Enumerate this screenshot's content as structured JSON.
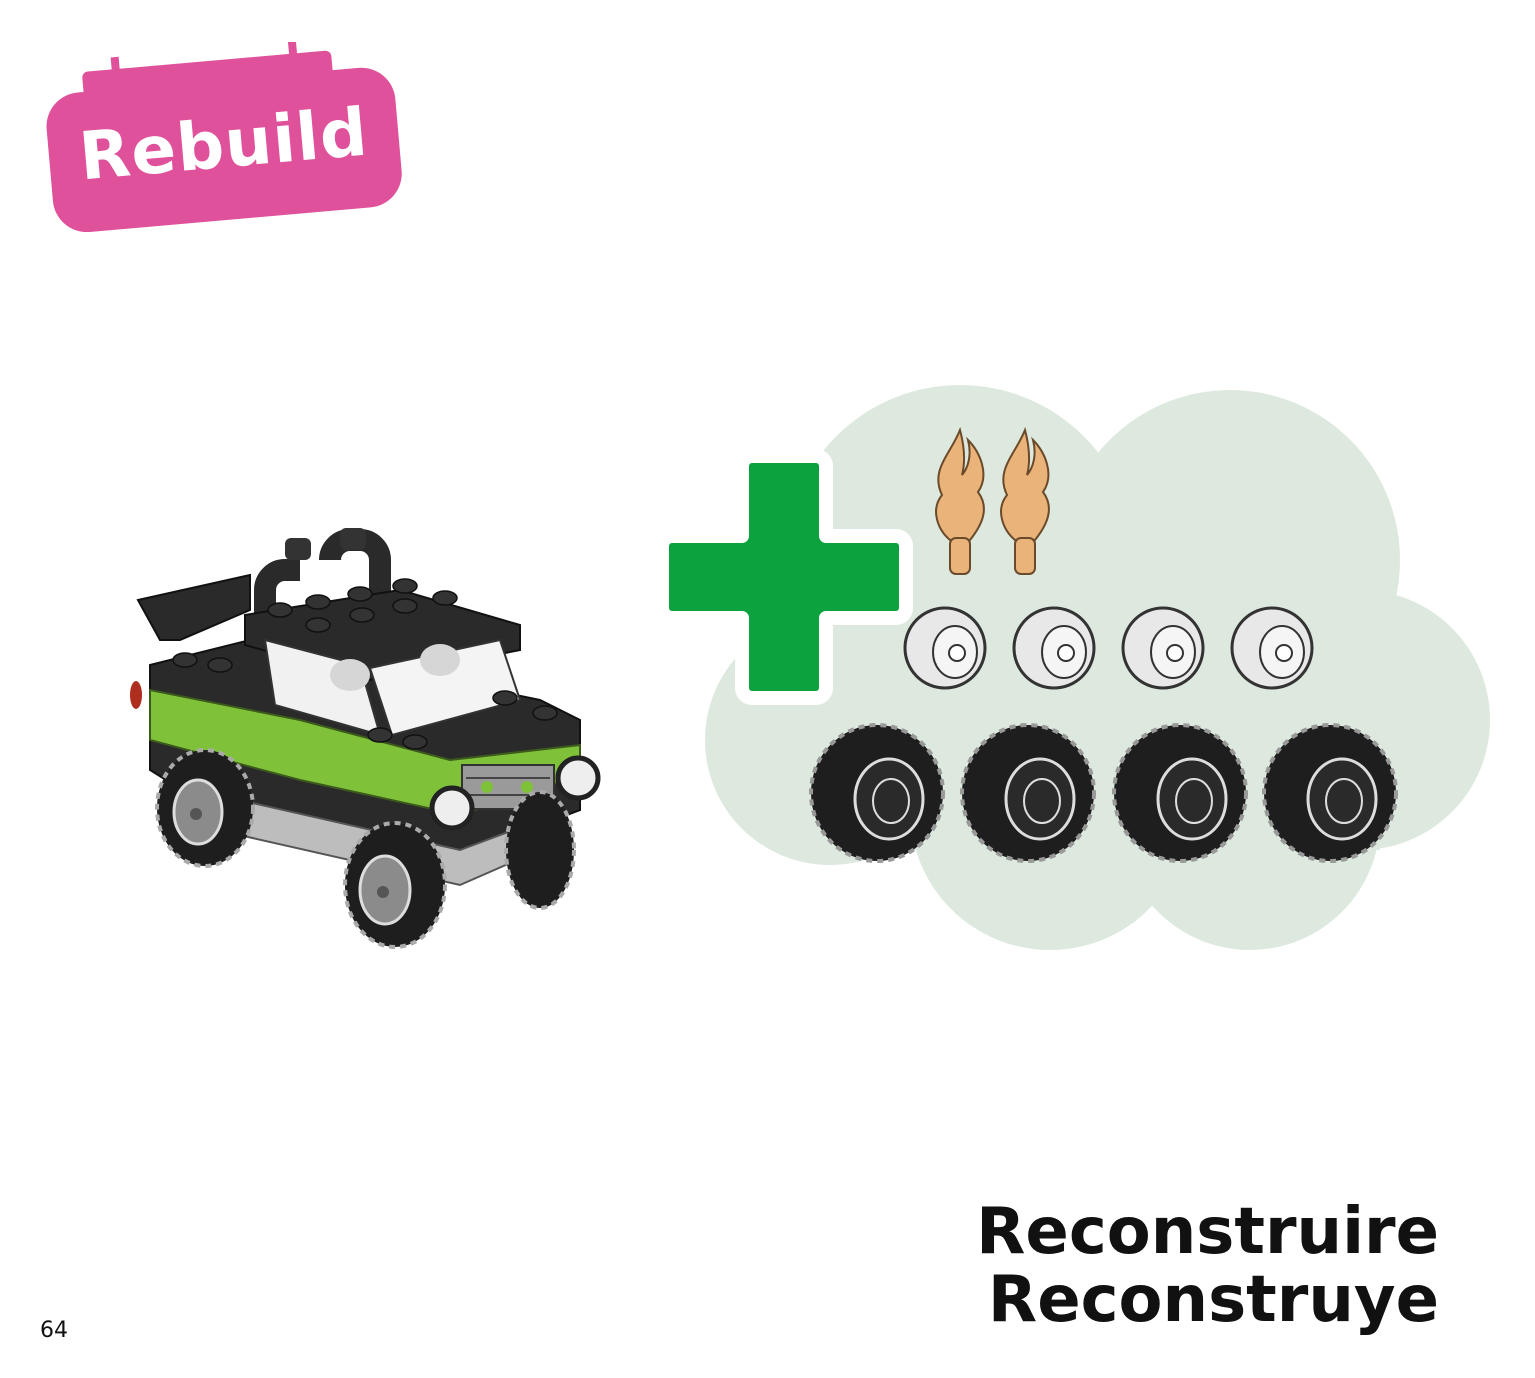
{
  "banner": {
    "label": "Rebuild",
    "color": "#e0519b"
  },
  "titles": [
    "Reconstruire",
    "Reconstruye"
  ],
  "page_number": "64",
  "colors": {
    "cloud": "#dde9de",
    "plus": "#0ca23e",
    "lime": "#7fc23a",
    "dark": "#2a2a2a",
    "flame": "#eab37a"
  },
  "parts": {
    "flames": 2,
    "rims": 4,
    "tires": 4
  }
}
